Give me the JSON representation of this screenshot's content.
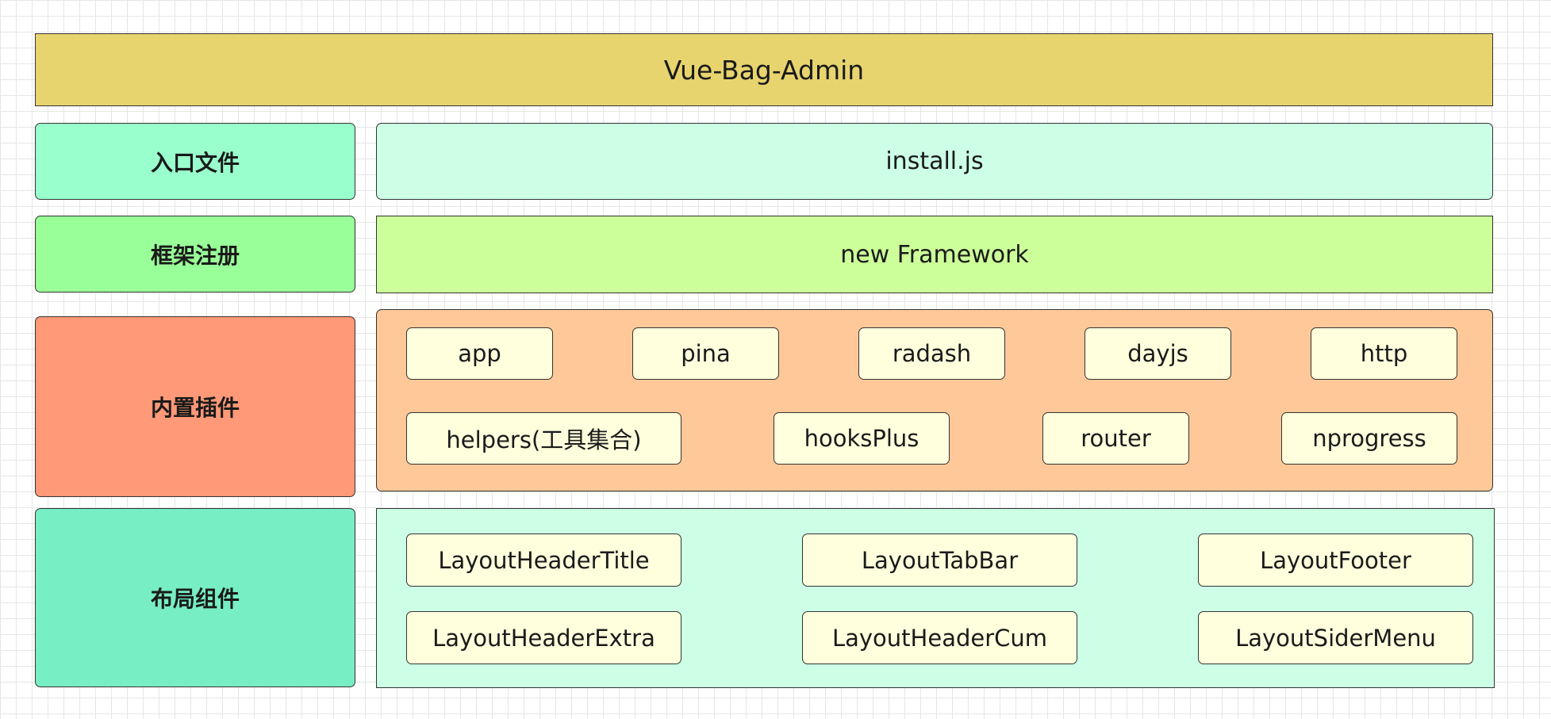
{
  "title": "Vue-Bag-Admin",
  "rows": {
    "entry": {
      "label": "入口文件",
      "content": "install.js"
    },
    "framework": {
      "label": "框架注册",
      "content": "new Framework"
    },
    "plugins": {
      "label": "内置插件",
      "items": [
        "app",
        "pina",
        "radash",
        "dayjs",
        "http",
        "helpers(工具集合)",
        "hooksPlus",
        "router",
        "nprogress"
      ]
    },
    "layout": {
      "label": "布局组件",
      "items": [
        "LayoutHeaderTitle",
        "LayoutTabBar",
        "LayoutFooter",
        "LayoutHeaderExtra",
        "LayoutHeaderCum",
        "LayoutSiderMenu"
      ]
    }
  },
  "colors": {
    "title_fill": "#e8d46e",
    "entry_label_fill": "#99ffcc",
    "entry_content_fill": "#ccffe6",
    "framework_label_fill": "#99ff99",
    "framework_content_fill": "#ccff99",
    "plugins_label_fill": "#ff9977",
    "plugins_panel_fill": "#ffc899",
    "layout_label_fill": "#77eec4",
    "layout_panel_fill": "#ccffe6",
    "chip_fill": "#ffffdd",
    "border": "#333333"
  }
}
